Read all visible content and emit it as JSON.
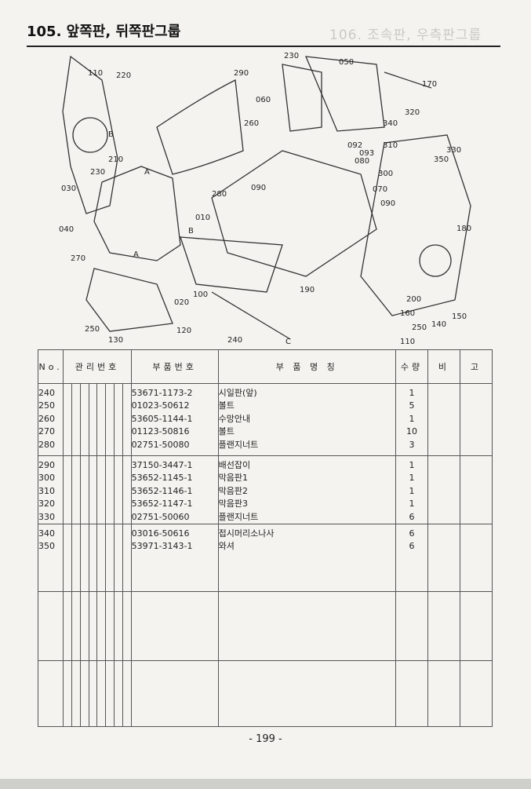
{
  "page": {
    "title": "105. 앞쪽판, 뒤쪽판그룹",
    "ghost_title": "106. 조속판, 우측판그룹",
    "page_number": "- 199 -"
  },
  "diagram": {
    "callouts": [
      "110",
      "220",
      "230",
      "050",
      "290",
      "170",
      "060",
      "260",
      "320",
      "340",
      "092",
      "093",
      "310",
      "330",
      "080",
      "350",
      "B",
      "210",
      "230",
      "A",
      "030",
      "090",
      "070",
      "090",
      "300",
      "010",
      "280",
      "040",
      "270",
      "B",
      "180",
      "A",
      "190",
      "100",
      "020",
      "200",
      "150",
      "160",
      "140",
      "250",
      "250",
      "120",
      "130",
      "240",
      "110",
      "C"
    ]
  },
  "table": {
    "headers": {
      "no": "No.",
      "mgmt": "관리번호",
      "part_no": "부품번호",
      "name": "부 품 명 칭",
      "qty": "수량",
      "remark1": "비",
      "remark2": "고"
    },
    "groups": [
      {
        "rows": [
          {
            "no": "240",
            "part_no": "53671-1173-2",
            "name": "시일판(앞)",
            "qty": "1"
          },
          {
            "no": "250",
            "part_no": "01023-50612",
            "name": "볼트",
            "qty": "5"
          },
          {
            "no": "260",
            "part_no": "53605-1144-1",
            "name": "수망안내",
            "qty": "1"
          },
          {
            "no": "270",
            "part_no": "01123-50816",
            "name": "볼트",
            "qty": "10"
          },
          {
            "no": "280",
            "part_no": "02751-50080",
            "name": "플랜지너트",
            "qty": "3"
          }
        ]
      },
      {
        "rows": [
          {
            "no": "290",
            "part_no": "37150-3447-1",
            "name": "배선잡이",
            "qty": "1"
          },
          {
            "no": "300",
            "part_no": "53652-1145-1",
            "name": "막음판1",
            "qty": "1"
          },
          {
            "no": "310",
            "part_no": "53652-1146-1",
            "name": "막음판2",
            "qty": "1"
          },
          {
            "no": "320",
            "part_no": "53652-1147-1",
            "name": "막음판3",
            "qty": "1"
          },
          {
            "no": "330",
            "part_no": "02751-50060",
            "name": "플랜지너트",
            "qty": "6"
          }
        ]
      },
      {
        "rows": [
          {
            "no": "340",
            "part_no": "03016-50616",
            "name": "접시머리소나사",
            "qty": "6"
          },
          {
            "no": "350",
            "part_no": "53971-3143-1",
            "name": "와셔",
            "qty": "6"
          }
        ]
      },
      {
        "rows": []
      },
      {
        "rows": []
      }
    ]
  }
}
